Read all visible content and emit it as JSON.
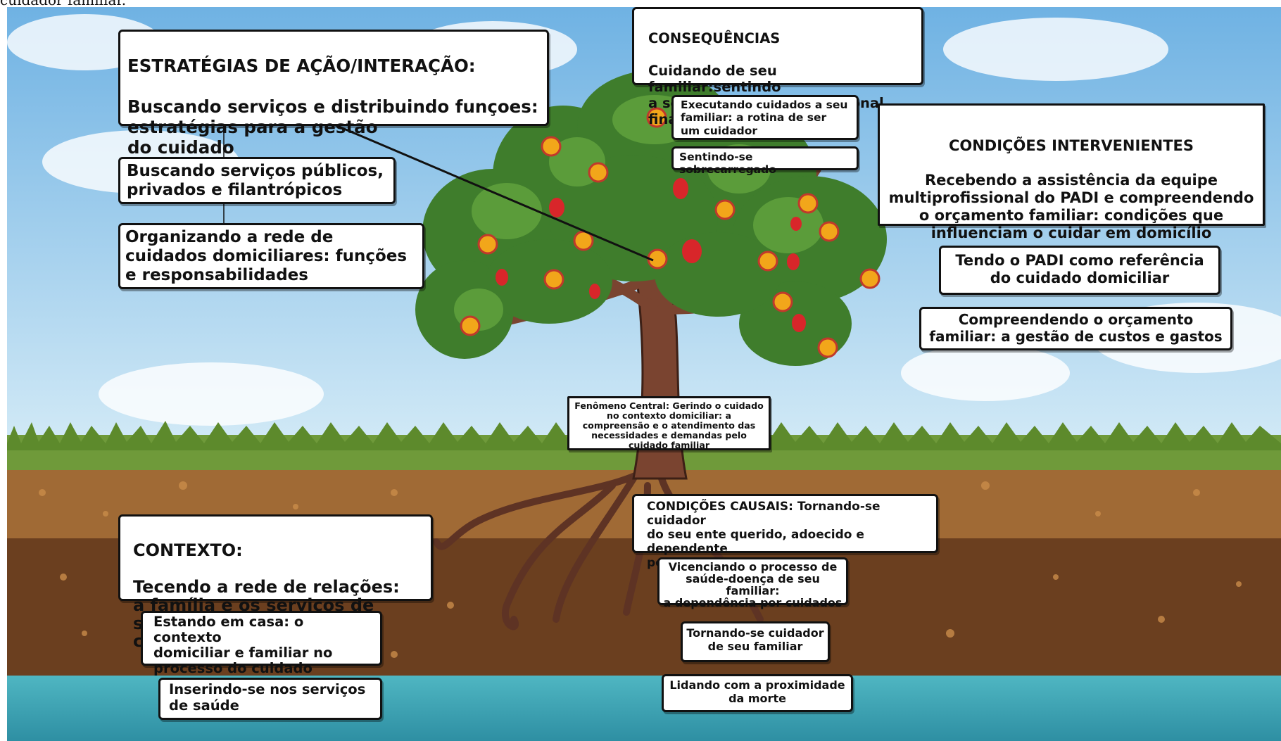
{
  "top_cut_text": "cuidador familiar.",
  "estrategias": {
    "title": "ESTRATÉGIAS DE AÇÃO/INTERAÇÃO:",
    "text": "Buscando serviços e distribuindo funçoes:\nestratégias para a gestão\ndo cuidado",
    "sub1": "Buscando serviços públicos,\nprivados e filantrópicos",
    "sub2": "Organizando a rede de\ncuidados domiciliares: funções\ne responsabilidades"
  },
  "consequencias": {
    "title": "CONSEQUÊNCIAS",
    "text": "Cuidando de seu familiar:sentindo\na sobrecarga física, emocional,\nfinanceira e social",
    "sub1": "Executando cuidados a seu\nfamiliar: a rotina de ser\num cuidador",
    "sub2": "Sentindo-se sobrecarregado"
  },
  "intervenientes": {
    "title": "CONDIÇÕES INTERVENIENTES",
    "text": "Recebendo a assistência da equipe\nmultiprofissional do PADI e compreendendo\no orçamento familiar: condições que\ninfluenciam o cuidar em domicílio",
    "sub1": "Tendo o PADI como referência\ndo cuidado domiciliar",
    "sub2": "Compreendendo o orçamento\nfamiliar: a gestão de custos e gastos"
  },
  "fenomeno": {
    "text": "Fenômeno Central: Gerindo o cuidado\nno contexto domiciliar: a\ncompreensão e o atendimento das\nnecessidades e demandas pelo\ncuidado familiar"
  },
  "contexto": {
    "title": "CONTEXTO:",
    "text": "Tecendo a rede de relações:\na família e os serviços de\nsaúde como espaço do cuidado",
    "sub1": "Estando em casa: o contexto\ndomiciliar e familiar no\nprocesso do cuidado",
    "sub2": "Inserindo-se nos serviços\nde saúde"
  },
  "causais": {
    "text": "CONDIÇÕES CAUSAIS: Tornando-se cuidador\ndo seu ente querido, adoecido e dependente\npor cuidados",
    "sub1": "Vicenciando o processo de\nsaúde-doença de seu familiar:\na dependência por cuidados",
    "sub2": "Tornando-se cuidador\nde seu familiar",
    "sub3": "Lidando com a proximidade\nda morte"
  },
  "colors": {
    "sky": "#9cc9ea",
    "grass": "#6f9a3a",
    "soil_top": "#a06a35",
    "soil_dark": "#6b3f1f",
    "water": "#3fa7b4",
    "trunk": "#7a4430",
    "leaf": "#3f7d2c",
    "flower": "#f2a61a",
    "fruit": "#d8262a"
  }
}
